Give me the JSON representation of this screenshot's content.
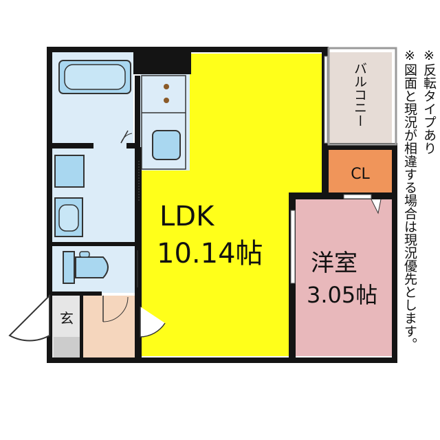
{
  "rooms": {
    "ldk": {
      "name": "LDK",
      "size": "10.14帖"
    },
    "western": {
      "name": "洋室",
      "size": "3.05帖"
    },
    "closet": "CL",
    "balcony": "バルコニー",
    "entrance": "玄"
  },
  "notes": {
    "line1": "※反転タイプあり",
    "line2": "※図面と現況が相違する場合は現況優先とします。"
  },
  "colors": {
    "ldk": "#ffff1a",
    "western": "#e8b8bb",
    "closet": "#f0955a",
    "balcony": "#e6dcd6",
    "wet_area": "#dcecf8",
    "fixture": "#a9d7f0",
    "entrance_floor": "#f5d6bd",
    "wall": "#141414"
  }
}
